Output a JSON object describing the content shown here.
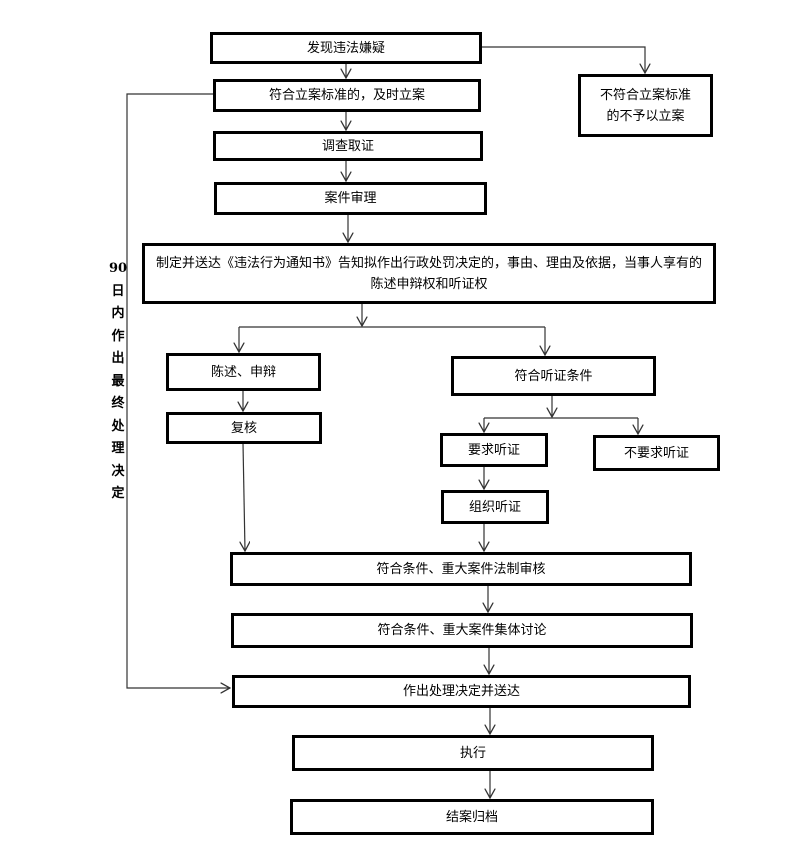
{
  "diagram": {
    "nodes": {
      "discover": "发现违法嫌疑",
      "file_case": "符合立案标准的，及时立案",
      "not_file": "不符合立案标准的不予以立案",
      "investigate": "调查取证",
      "review": "案件审理",
      "notice": "制定并送达《违法行为通知书》告知拟作出行政处罚决定的，事由、理由及依据，当事人享有的陈述申辩权和听证权",
      "statement": "陈述、申辩",
      "recheck": "复核",
      "hearing_cond": "符合听证条件",
      "request_hearing": "要求听证",
      "no_hearing": "不要求听证",
      "organize_hearing": "组织听证",
      "legal_review": "符合条件、重大案件法制审核",
      "collective": "符合条件、重大案件集体讨论",
      "decision": "作出处理决定并送达",
      "execute": "执行",
      "archive": "结案归档"
    },
    "side_label": "90日内作出最终处理决定",
    "edges": [
      [
        "discover",
        "file_case"
      ],
      [
        "discover",
        "not_file"
      ],
      [
        "file_case",
        "investigate"
      ],
      [
        "investigate",
        "review"
      ],
      [
        "review",
        "notice"
      ],
      [
        "notice",
        "statement"
      ],
      [
        "notice",
        "hearing_cond"
      ],
      [
        "statement",
        "recheck"
      ],
      [
        "recheck",
        "legal_review"
      ],
      [
        "hearing_cond",
        "request_hearing"
      ],
      [
        "hearing_cond",
        "no_hearing"
      ],
      [
        "request_hearing",
        "organize_hearing"
      ],
      [
        "organize_hearing",
        "legal_review"
      ],
      [
        "legal_review",
        "collective"
      ],
      [
        "collective",
        "decision"
      ],
      [
        "file_case",
        "decision"
      ],
      [
        "decision",
        "execute"
      ],
      [
        "execute",
        "archive"
      ]
    ]
  }
}
